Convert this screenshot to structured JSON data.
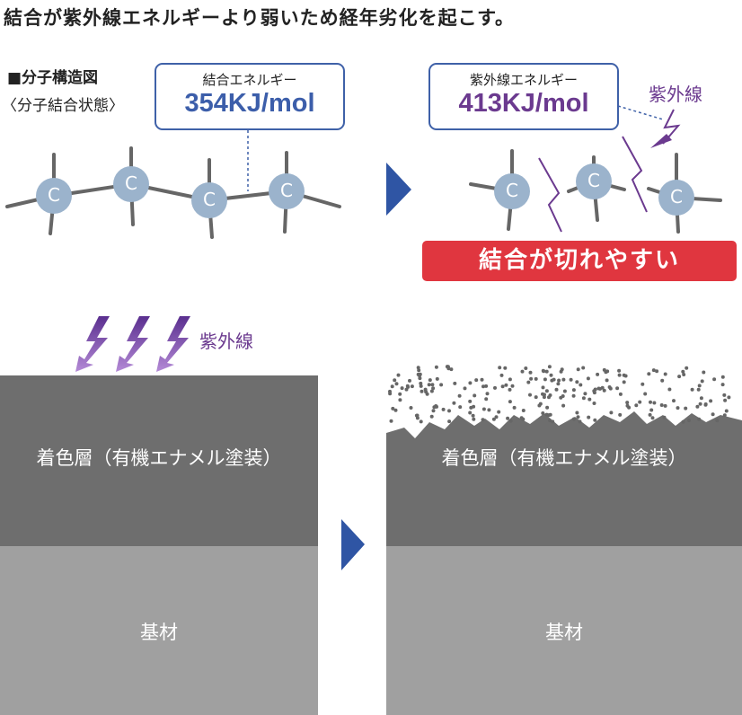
{
  "title": "結合が紫外線エネルギーより弱いため経年劣化を起こす。",
  "structure": {
    "heading": "■分子構造図",
    "subheading": "〈分子結合状態〉",
    "atom_label": "C"
  },
  "bond_energy": {
    "label": "結合エネルギー",
    "value": "354KJ/mol",
    "color": "#3c5eaa"
  },
  "uv_energy": {
    "label": "紫外線エネルギー",
    "value": "413KJ/mol",
    "color": "#6b3a8f"
  },
  "uv_label": "紫外線",
  "banner": "結合が切れやすい",
  "layers": {
    "coating": "着色層（有機エナメル塗装）",
    "substrate": "基材"
  },
  "colors": {
    "arrow": "#2f55a4",
    "atom": "#9bb3cc",
    "banner": "#e0363f",
    "coating": "#6e6e6e",
    "substrate": "#a0a0a0"
  }
}
